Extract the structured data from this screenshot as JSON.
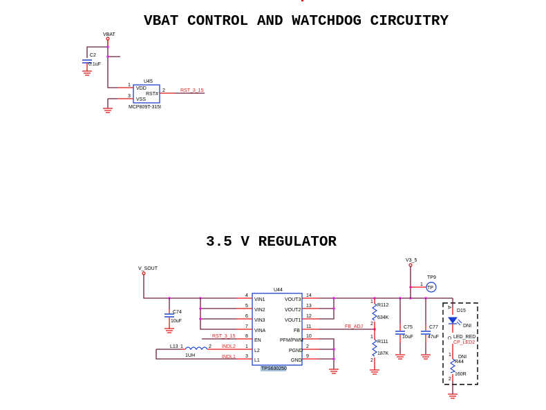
{
  "titles": {
    "vbat_section": "VBAT CONTROL AND WATCHDOG CIRCUITRY",
    "regulator_section": "3.5 V REGULATOR"
  },
  "vbat_circuit": {
    "power_port": "VBAT",
    "c2": {
      "ref": "C2",
      "value": "0.1uF"
    },
    "u45": {
      "ref": "U45",
      "part": "MCP809T-315I",
      "pins": [
        {
          "num": "1",
          "name": "VDD"
        },
        {
          "num": "3",
          "name": "VSS"
        },
        {
          "num": "2",
          "name": "RST#"
        }
      ],
      "output_net": "RST_3_15"
    }
  },
  "regulator_circuit": {
    "input_port": "V_SOUT",
    "output_port": "V3_5",
    "c74": {
      "ref": "C74",
      "value": "10uF"
    },
    "l13": {
      "ref": "L13",
      "value": "1UH",
      "pin1": "1",
      "pin2": "2"
    },
    "u44": {
      "ref": "U44",
      "part": "TPS630250",
      "left_pins": [
        {
          "num": "4",
          "name": "VIN1"
        },
        {
          "num": "5",
          "name": "VIN2"
        },
        {
          "num": "6",
          "name": "VIN3"
        },
        {
          "num": "7",
          "name": "VINA"
        },
        {
          "num": "8",
          "name": "EN"
        },
        {
          "num": "1",
          "name": "L2"
        },
        {
          "num": "3",
          "name": "L1"
        }
      ],
      "right_pins": [
        {
          "num": "14",
          "name": "VOUT3"
        },
        {
          "num": "13",
          "name": "VOUT2"
        },
        {
          "num": "12",
          "name": "VOUT1"
        },
        {
          "num": "11",
          "name": "FB"
        },
        {
          "num": "10",
          "name": "PFM/PWM"
        },
        {
          "num": "2",
          "name": "PGND"
        },
        {
          "num": "9",
          "name": "GND"
        }
      ]
    },
    "nets": {
      "en": "RST_3_15",
      "l2": "INDL2",
      "l1": "INDL1",
      "fb": "FB_ADJ"
    },
    "r112": {
      "ref": "R112",
      "value": "634K",
      "pin1": "1",
      "pin2": "2"
    },
    "r111": {
      "ref": "R111",
      "value": "187K",
      "pin1": "1",
      "pin2": "2"
    },
    "c75": {
      "ref": "C75",
      "value": "10uF"
    },
    "c77": {
      "ref": "C77",
      "value": "47uF"
    },
    "tp9": {
      "ref": "TP9",
      "label": "TP",
      "pin": "1"
    },
    "d15": {
      "ref": "D15",
      "type": "LED_RED",
      "net_label": "CP_LED2",
      "dni": "DNI",
      "pin_a": "A",
      "pin_c": "C"
    },
    "r44": {
      "ref": "R44",
      "value": "160R",
      "dni": "DNI",
      "pin1": "1",
      "pin2": "2"
    }
  }
}
